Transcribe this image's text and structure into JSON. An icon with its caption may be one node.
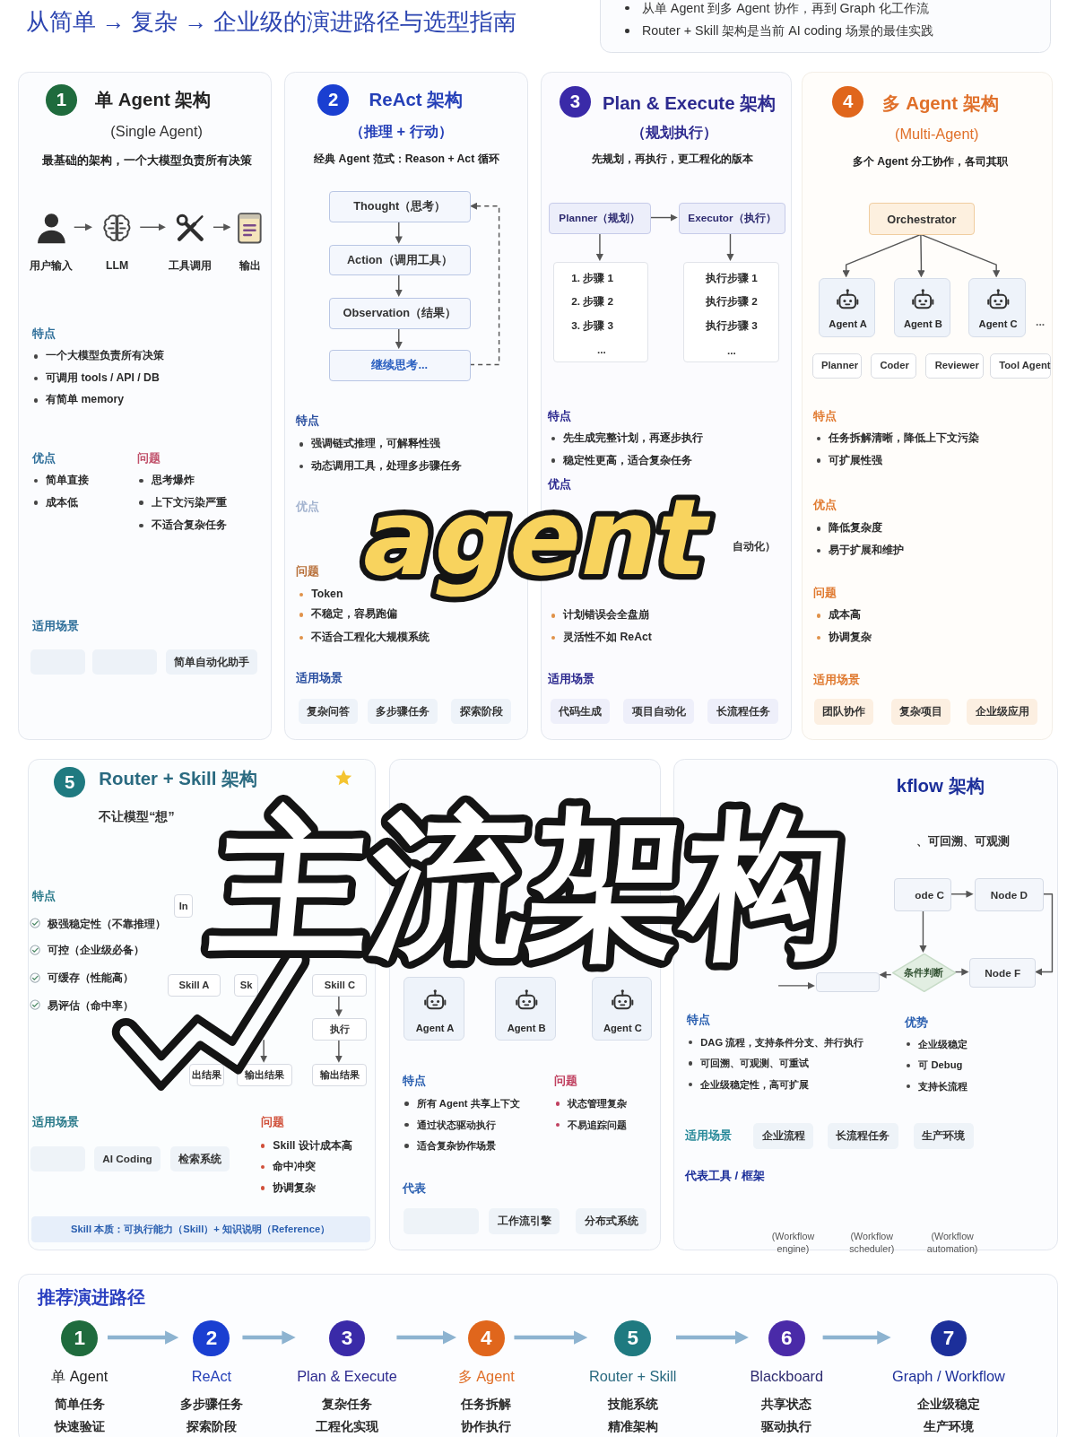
{
  "diagram": {
    "title": "从简单 → 复杂 → 企业级的演进路径与选型指南",
    "nodes": [
      {
        "text": [
          "从单 Agent 到多 Agent 协作，再到 Graph 化工作流",
          "Router + Skill 架构是当前 AI coding 场景的最佳实践"
        ]
      },
      {
        "text": [
          "单 Agent 架构",
          "(Single Agent)",
          "最基础的架构，一个大模型负责所有决策"
        ]
      },
      {
        "text": [
          "1"
        ],
        "in": 1
      },
      {
        "text": [
          "用户输入"
        ],
        "in": 1
      },
      {
        "text": [
          "LLM"
        ],
        "in": 1
      },
      {
        "text": [
          "工具调用"
        ],
        "in": 1
      },
      {
        "text": [
          "输出"
        ],
        "in": 1
      },
      {
        "text": [],
        "shape": "box",
        "in": 1
      },
      {
        "text": [],
        "shape": "box",
        "in": 1
      },
      {
        "text": [
          "简单自动化助手"
        ],
        "in": 1
      },
      {
        "text": [
          "ReAct 架构",
          "（推理 + 行动）",
          "经典 Agent 范式：Reason + Act 循环"
        ]
      },
      {
        "text": [
          "2"
        ],
        "in": 10
      },
      {
        "text": [
          "Thought（思考）"
        ],
        "in": 10
      },
      {
        "text": [
          "Action（调用工具）"
        ],
        "in": 10
      },
      {
        "text": [
          "Observation（结果）"
        ],
        "in": 10
      },
      {
        "text": [
          "继续思考..."
        ],
        "in": 10
      },
      {
        "text": [
          "复杂问答"
        ],
        "in": 10
      },
      {
        "text": [
          "多步骤任务"
        ],
        "in": 10
      },
      {
        "text": [
          "探索阶段"
        ],
        "in": 10
      },
      {
        "text": [
          "Plan & Execute 架构",
          "（规划执行）",
          "先规划，再执行，更工程化的版本"
        ]
      },
      {
        "text": [
          "3"
        ],
        "in": 19
      },
      {
        "text": [
          "Planner（规划）"
        ],
        "in": 19
      },
      {
        "text": [
          "Executor（执行）"
        ],
        "in": 19
      },
      {
        "text": [
          "1. 步骤 1",
          "2. 步骤 2",
          "3. 步骤 3",
          "..."
        ],
        "in": 19
      },
      {
        "text": [
          "执行步骤 1",
          "执行步骤 2",
          "执行步骤 3",
          "..."
        ],
        "in": 19
      },
      {
        "text": [
          "代码生成"
        ],
        "in": 19
      },
      {
        "text": [
          "项目自动化"
        ],
        "in": 19
      },
      {
        "text": [
          "长流程任务"
        ],
        "in": 19
      },
      {
        "text": [
          "多 Agent 架构",
          "(Multi-Agent)",
          "多个 Agent 分工协作，各司其职"
        ]
      },
      {
        "text": [
          "4"
        ],
        "in": 28
      },
      {
        "text": [
          "Orchestrator"
        ],
        "in": 28
      },
      {
        "text": [
          "Agent A"
        ],
        "in": 28
      },
      {
        "text": [
          "Agent B"
        ],
        "in": 28
      },
      {
        "text": [
          "Agent C"
        ],
        "in": 28
      },
      {
        "text": [
          "Planner"
        ],
        "in": 28
      },
      {
        "text": [
          "Coder"
        ],
        "in": 28
      },
      {
        "text": [
          "Reviewer"
        ],
        "in": 28
      },
      {
        "text": [
          "Tool Agent"
        ],
        "in": 28
      },
      {
        "text": [
          "团队协作"
        ],
        "in": 28
      },
      {
        "text": [
          "复杂项目"
        ],
        "in": 28
      },
      {
        "text": [
          "企业级应用"
        ],
        "in": 28
      },
      {
        "text": [
          "Router + Skill 架构",
          "不让模型“想”"
        ]
      },
      {
        "text": [
          "5"
        ],
        "in": 41
      },
      {
        "text": [
          "In"
        ],
        "in": 41
      },
      {
        "text": [
          "Skill A"
        ],
        "in": 41
      },
      {
        "text": [
          "Sk"
        ],
        "in": 41
      },
      {
        "text": [
          "Skill C"
        ],
        "in": 41
      },
      {
        "text": [
          "执行"
        ],
        "in": 41
      },
      {
        "text": [
          "出结果"
        ],
        "in": 41
      },
      {
        "text": [
          "输出结果"
        ],
        "in": 41
      },
      {
        "text": [
          "输出结果"
        ],
        "in": 41
      },
      {
        "text": [],
        "shape": "box",
        "in": 41
      },
      {
        "text": [
          "AI Coding"
        ],
        "in": 41
      },
      {
        "text": [
          "检索系统"
        ],
        "in": 41
      },
      {
        "text": [
          "Skill 本质：可执行能力（Skill）+ 知识说明（Reference）"
        ],
        "in": 41
      },
      {
        "text": [],
        "shape": "box"
      },
      {
        "text": [
          "Agent A"
        ],
        "in": 55
      },
      {
        "text": [
          "Agent B"
        ],
        "in": 55
      },
      {
        "text": [
          "Agent C"
        ],
        "in": 55
      },
      {
        "text": [],
        "shape": "box",
        "in": 55
      },
      {
        "text": [
          "工作流引擎"
        ],
        "in": 55
      },
      {
        "text": [
          "分布式系统"
        ],
        "in": 55
      },
      {
        "text": [
          "kflow 架构",
          "、可回溯、可观测"
        ]
      },
      {
        "text": [
          "ode C"
        ],
        "in": 62
      },
      {
        "text": [
          "Node D"
        ],
        "in": 62
      },
      {
        "text": [
          "条件判断"
        ],
        "in": 62
      },
      {
        "text": [],
        "shape": "box",
        "in": 62
      },
      {
        "text": [
          "Node F"
        ],
        "in": 62
      },
      {
        "text": [
          "企业流程"
        ],
        "in": 62
      },
      {
        "text": [
          "长流程任务"
        ],
        "in": 62
      },
      {
        "text": [
          "生产环境"
        ],
        "in": 62
      },
      {
        "text": [
          "推荐演进路径"
        ]
      },
      {
        "text": [
          "1"
        ],
        "beside": [
          "单 Agent",
          "简单任务",
          "快速验证"
        ],
        "in": 71
      },
      {
        "text": [
          "2"
        ],
        "beside": [
          "ReAct",
          "多步骤任务",
          "探索阶段"
        ],
        "in": 71
      },
      {
        "text": [
          "3"
        ],
        "beside": [
          "Plan & Execute",
          "复杂任务",
          "工程化实现"
        ],
        "in": 71
      },
      {
        "text": [
          "4"
        ],
        "beside": [
          "多 Agent",
          "任务拆解",
          "协作执行"
        ],
        "in": 71
      },
      {
        "text": [
          "5"
        ],
        "beside": [
          "Router + Skill",
          "技能系统",
          "精准架构"
        ],
        "in": 71
      },
      {
        "text": [
          "6"
        ],
        "beside": [
          "Blackboard",
          "共享状态",
          "驱动执行"
        ],
        "in": 71
      },
      {
        "text": [
          "7"
        ],
        "beside": [
          "Graph / Workflow",
          "企业级稳定",
          "生产环境"
        ],
        "in": 71
      }
    ],
    "edges": [
      {
        "from": 3,
        "to": 4,
        "arrow": "to"
      },
      {
        "from": 4,
        "to": 5,
        "arrow": "to"
      },
      {
        "from": 5,
        "to": 6,
        "arrow": "to"
      },
      {
        "from": 12,
        "to": 13,
        "arrow": "to"
      },
      {
        "from": 13,
        "to": 14,
        "arrow": "to"
      },
      {
        "from": 14,
        "to": 15,
        "arrow": "to"
      },
      {
        "from": 15,
        "to": 12,
        "arrow": "to",
        "style": "dashed"
      },
      {
        "from": 21,
        "to": 22,
        "arrow": "to"
      },
      {
        "from": 21,
        "to": 23,
        "arrow": "to"
      },
      {
        "from": 22,
        "to": 24,
        "arrow": "to"
      },
      {
        "from": 30,
        "to": 31,
        "arrow": "to"
      },
      {
        "from": 30,
        "to": 32,
        "arrow": "to"
      },
      {
        "from": 30,
        "to": 33,
        "arrow": "to"
      },
      {
        "from": 46,
        "to": 47,
        "arrow": "to"
      },
      {
        "from": 47,
        "to": 50,
        "arrow": "to"
      },
      {
        "from": null,
        "to": 49,
        "arrow": "to"
      },
      {
        "from": 63,
        "to": 64,
        "arrow": "to"
      },
      {
        "from": 63,
        "to": 65,
        "arrow": "to"
      },
      {
        "from": 65,
        "to": 67,
        "arrow": "to"
      },
      {
        "from": 65,
        "to": 66,
        "arrow": "to"
      },
      {
        "from": 64,
        "to": 67,
        "arrow": "to"
      },
      {
        "from": null,
        "to": 66,
        "arrow": "to"
      },
      {
        "from": 72,
        "to": 73,
        "arrow": "to",
        "style": "thick",
        "color": "#8db3d0"
      },
      {
        "from": 73,
        "to": 74,
        "arrow": "to",
        "style": "thick",
        "color": "#8db3d0"
      },
      {
        "from": 74,
        "to": 75,
        "arrow": "to",
        "style": "thick",
        "color": "#8db3d0"
      },
      {
        "from": 75,
        "to": 76,
        "arrow": "to",
        "style": "thick",
        "color": "#8db3d0"
      },
      {
        "from": 76,
        "to": 77,
        "arrow": "to",
        "style": "thick",
        "color": "#8db3d0"
      },
      {
        "from": 77,
        "to": 78,
        "arrow": "to",
        "style": "thick",
        "color": "#8db3d0"
      }
    ],
    "labels": [
      "特点",
      "一个大模型负责所有决策",
      "可调用 tools / API / DB",
      "有简单 memory",
      "优点",
      "问题",
      "简单直接",
      "思考爆炸",
      "成本低",
      "上下文污染严重",
      "不适合复杂任务",
      "适用场景",
      "特点",
      "强调链式推理，可解释性强",
      "动态调用工具，处理多步骤任务",
      "优点",
      "问题",
      "Token",
      "不稳定，容易跑偏",
      "不适合工程化大规模系统",
      "适用场景",
      "特点",
      "先生成完整计划，再逐步执行",
      "稳定性更高，适合复杂任务",
      "优点",
      "自动化）",
      "计划错误会全盘崩",
      "灵活性不如 ReAct",
      "适用场景",
      "...",
      "特点",
      "任务拆解清晰，降低上下文污染",
      "可扩展性强",
      "优点",
      "降低复杂度",
      "易于扩展和维护",
      "问题",
      "成本高",
      "协调复杂",
      "适用场景",
      "特点",
      "极强稳定性（不靠推理）",
      "可控（企业级必备）",
      "可缓存（性能高）",
      "易评估（命中率）",
      "适用场景",
      "问题",
      "Skill 设计成本高",
      "命中冲突",
      "协调复杂",
      "特点",
      "所有 Agent 共享上下文",
      "通过状态驱动执行",
      "适合复杂协作场景",
      "问题",
      "状态管理复杂",
      "不易追踪问题",
      "代表",
      "特点",
      "DAG 流程，支持条件分支、并行执行",
      "可回溯、可观测、可重试",
      "企业级稳定性，高可扩展",
      "优势",
      "企业级稳定",
      "可 Debug",
      "支持长流程",
      "适用场景",
      "代表工具 / 框架",
      "(Workflow engine)",
      "(Workflow scheduler)",
      "(Workflow automation)",
      "agent",
      "主流架构"
    ]
  }
}
